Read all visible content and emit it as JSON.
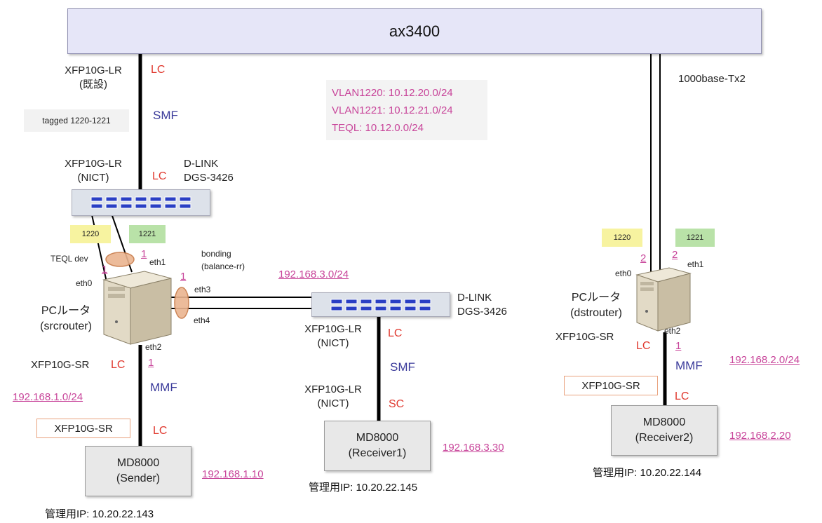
{
  "core": {
    "label": "ax3400"
  },
  "left": {
    "top_xfp": "XFP10G-LR",
    "top_xfp_sub": "(既設)",
    "top_lc": "LC",
    "tagged": "tagged 1220-1221",
    "smf": "SMF",
    "nict_xfp": "XFP10G-LR",
    "nict_xfp_sub": "(NICT)",
    "nict_lc": "LC",
    "switch_name": "D-LINK",
    "switch_model": "DGS-3426",
    "vlan_a": "1220",
    "vlan_b": "1221",
    "teql_dev": "TEQL dev",
    "num_teql": "1",
    "num_eth1": "1",
    "eth1": "eth1",
    "eth0": "eth0",
    "bonding": "bonding",
    "bonding_mode": "(balance-rr)",
    "num_bond": "1",
    "eth3": "eth3",
    "eth4": "eth4",
    "pc_name": "PCルータ",
    "pc_host": "(srcrouter)",
    "eth2": "eth2",
    "sr_xfp": "XFP10G-SR",
    "sr_lc": "LC",
    "num_eth2": "1",
    "mmf": "MMF",
    "subnet": "192.168.1.0/24",
    "xfp_box": "XFP10G-SR",
    "bottom_lc": "LC",
    "md_name": "MD8000",
    "md_role": "(Sender)",
    "md_ip": "192.168.1.10",
    "mgmt": "管理用IP: 10.20.22.143"
  },
  "info": {
    "vlan1220": "VLAN1220: 10.12.20.0/24",
    "vlan1221": "VLAN1221: 10.12.21.0/24",
    "teql": "TEQL: 10.12.0.0/24"
  },
  "middle": {
    "subnet": "192.168.3.0/24",
    "switch_name": "D-LINK",
    "switch_model": "DGS-3426",
    "xfp1": "XFP10G-LR",
    "xfp1_sub": "(NICT)",
    "lc": "LC",
    "smf": "SMF",
    "xfp2": "XFP10G-LR",
    "xfp2_sub": "(NICT)",
    "sc": "SC",
    "md_name": "MD8000",
    "md_role": "(Receiver1)",
    "md_ip": "192.168.3.30",
    "mgmt": "管理用IP: 10.20.22.145"
  },
  "right": {
    "uplink": "1000base-Tx2",
    "vlan_a": "1220",
    "vlan_b": "1221",
    "num_eth0": "2",
    "num_eth1": "2",
    "eth0": "eth0",
    "eth1": "eth1",
    "pc_name": "PCルータ",
    "pc_host": "(dstrouter)",
    "eth2": "eth2",
    "sr_xfp": "XFP10G-SR",
    "sr_lc": "LC",
    "num_eth2": "1",
    "mmf": "MMF",
    "subnet": "192.168.2.0/24",
    "xfp_box": "XFP10G-SR",
    "bottom_lc": "LC",
    "md_name": "MD8000",
    "md_role": "(Receiver2)",
    "md_ip": "192.168.2.20",
    "mgmt": "管理用IP: 10.20.22.144"
  },
  "colors": {
    "core_fill": "#e6e6f8",
    "vlan_a_fill": "#f7f3a0",
    "vlan_b_fill": "#b9e2a8",
    "accent_pink": "#c8459a",
    "connector_red": "#e0392f",
    "fiber_blue": "#3a3a9a"
  }
}
